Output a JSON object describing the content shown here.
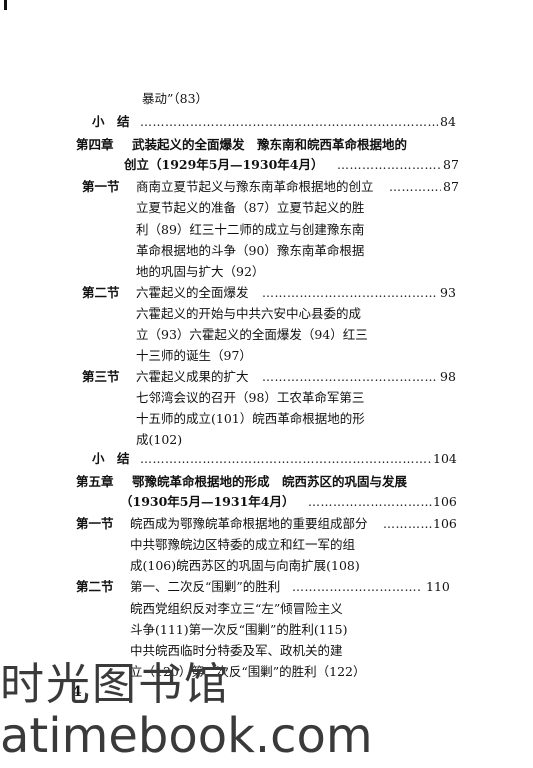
{
  "toc": {
    "l1": "暴动”（83）",
    "summary1_label": "小　结",
    "summary1_page": "84",
    "ch4_label": "第四章",
    "ch4_title": "武装起义的全面爆发　豫东南和皖西革命根据地的",
    "ch4_title_cont": "创立（1929年5月—1930年4月）",
    "ch4_page": "87",
    "ch4_s1_label": "第一节",
    "ch4_s1_title": "商南立夏节起义与豫东南革命根据地的创立",
    "ch4_s1_page": "87",
    "ch4_s1_d1": "立夏节起义的准备（87）立夏节起义的胜",
    "ch4_s1_d2": "利（89）红三十二师的成立与创建豫东南",
    "ch4_s1_d3": "革命根据地的斗争（90）豫东南革命根据",
    "ch4_s1_d4": "地的巩固与扩大（92）",
    "ch4_s2_label": "第二节",
    "ch4_s2_title": "六霍起义的全面爆发",
    "ch4_s2_page": "93",
    "ch4_s2_d1": "六霍起义的开始与中共六安中心县委的成",
    "ch4_s2_d2": "立（93）六霍起义的全面爆发（94）红三",
    "ch4_s2_d3": "十三师的诞生（97）",
    "ch4_s3_label": "第三节",
    "ch4_s3_title": "六霍起义成果的扩大",
    "ch4_s3_page": "98",
    "ch4_s3_d1": "七邻湾会议的召开（98）工农革命军第三",
    "ch4_s3_d2": "十五师的成立(101）皖西革命根据地的形",
    "ch4_s3_d3": "成(102)",
    "summary2_label": "小　结",
    "summary2_page": "104",
    "ch5_label": "第五章",
    "ch5_title": "鄂豫皖革命根据地的形成　皖西苏区的巩固与发展",
    "ch5_title_cont": "（1930年5月—1931年4月）",
    "ch5_page": "106",
    "ch5_s1_label": "第一节",
    "ch5_s1_title": "皖西成为鄂豫皖革命根据地的重要组成部分",
    "ch5_s1_page": "106",
    "ch5_s1_d1": "中共鄂豫皖边区特委的成立和红一军的组",
    "ch5_s1_d2": "成(106)皖西苏区的巩固与向南扩展(108)",
    "ch5_s2_label": "第二节",
    "ch5_s2_title": "第一、二次反“围剿”的胜利",
    "ch5_s2_page": "110",
    "ch5_s2_d1": "皖西党组织反对李立三“左”倾冒险主义",
    "ch5_s2_d2": "斗争(111)第一次反“围剿”的胜利(115)",
    "ch5_s2_d3": "中共皖西临时分特委及军、政机关的建",
    "ch5_s2_d4": "立（120）第二次反“围剿”的胜利（122）",
    "page_number": "4"
  },
  "watermark": {
    "cn": "时光图书馆",
    "en": "atimebook.com"
  },
  "leader": "……………………………………………………………………………………………………………………"
}
